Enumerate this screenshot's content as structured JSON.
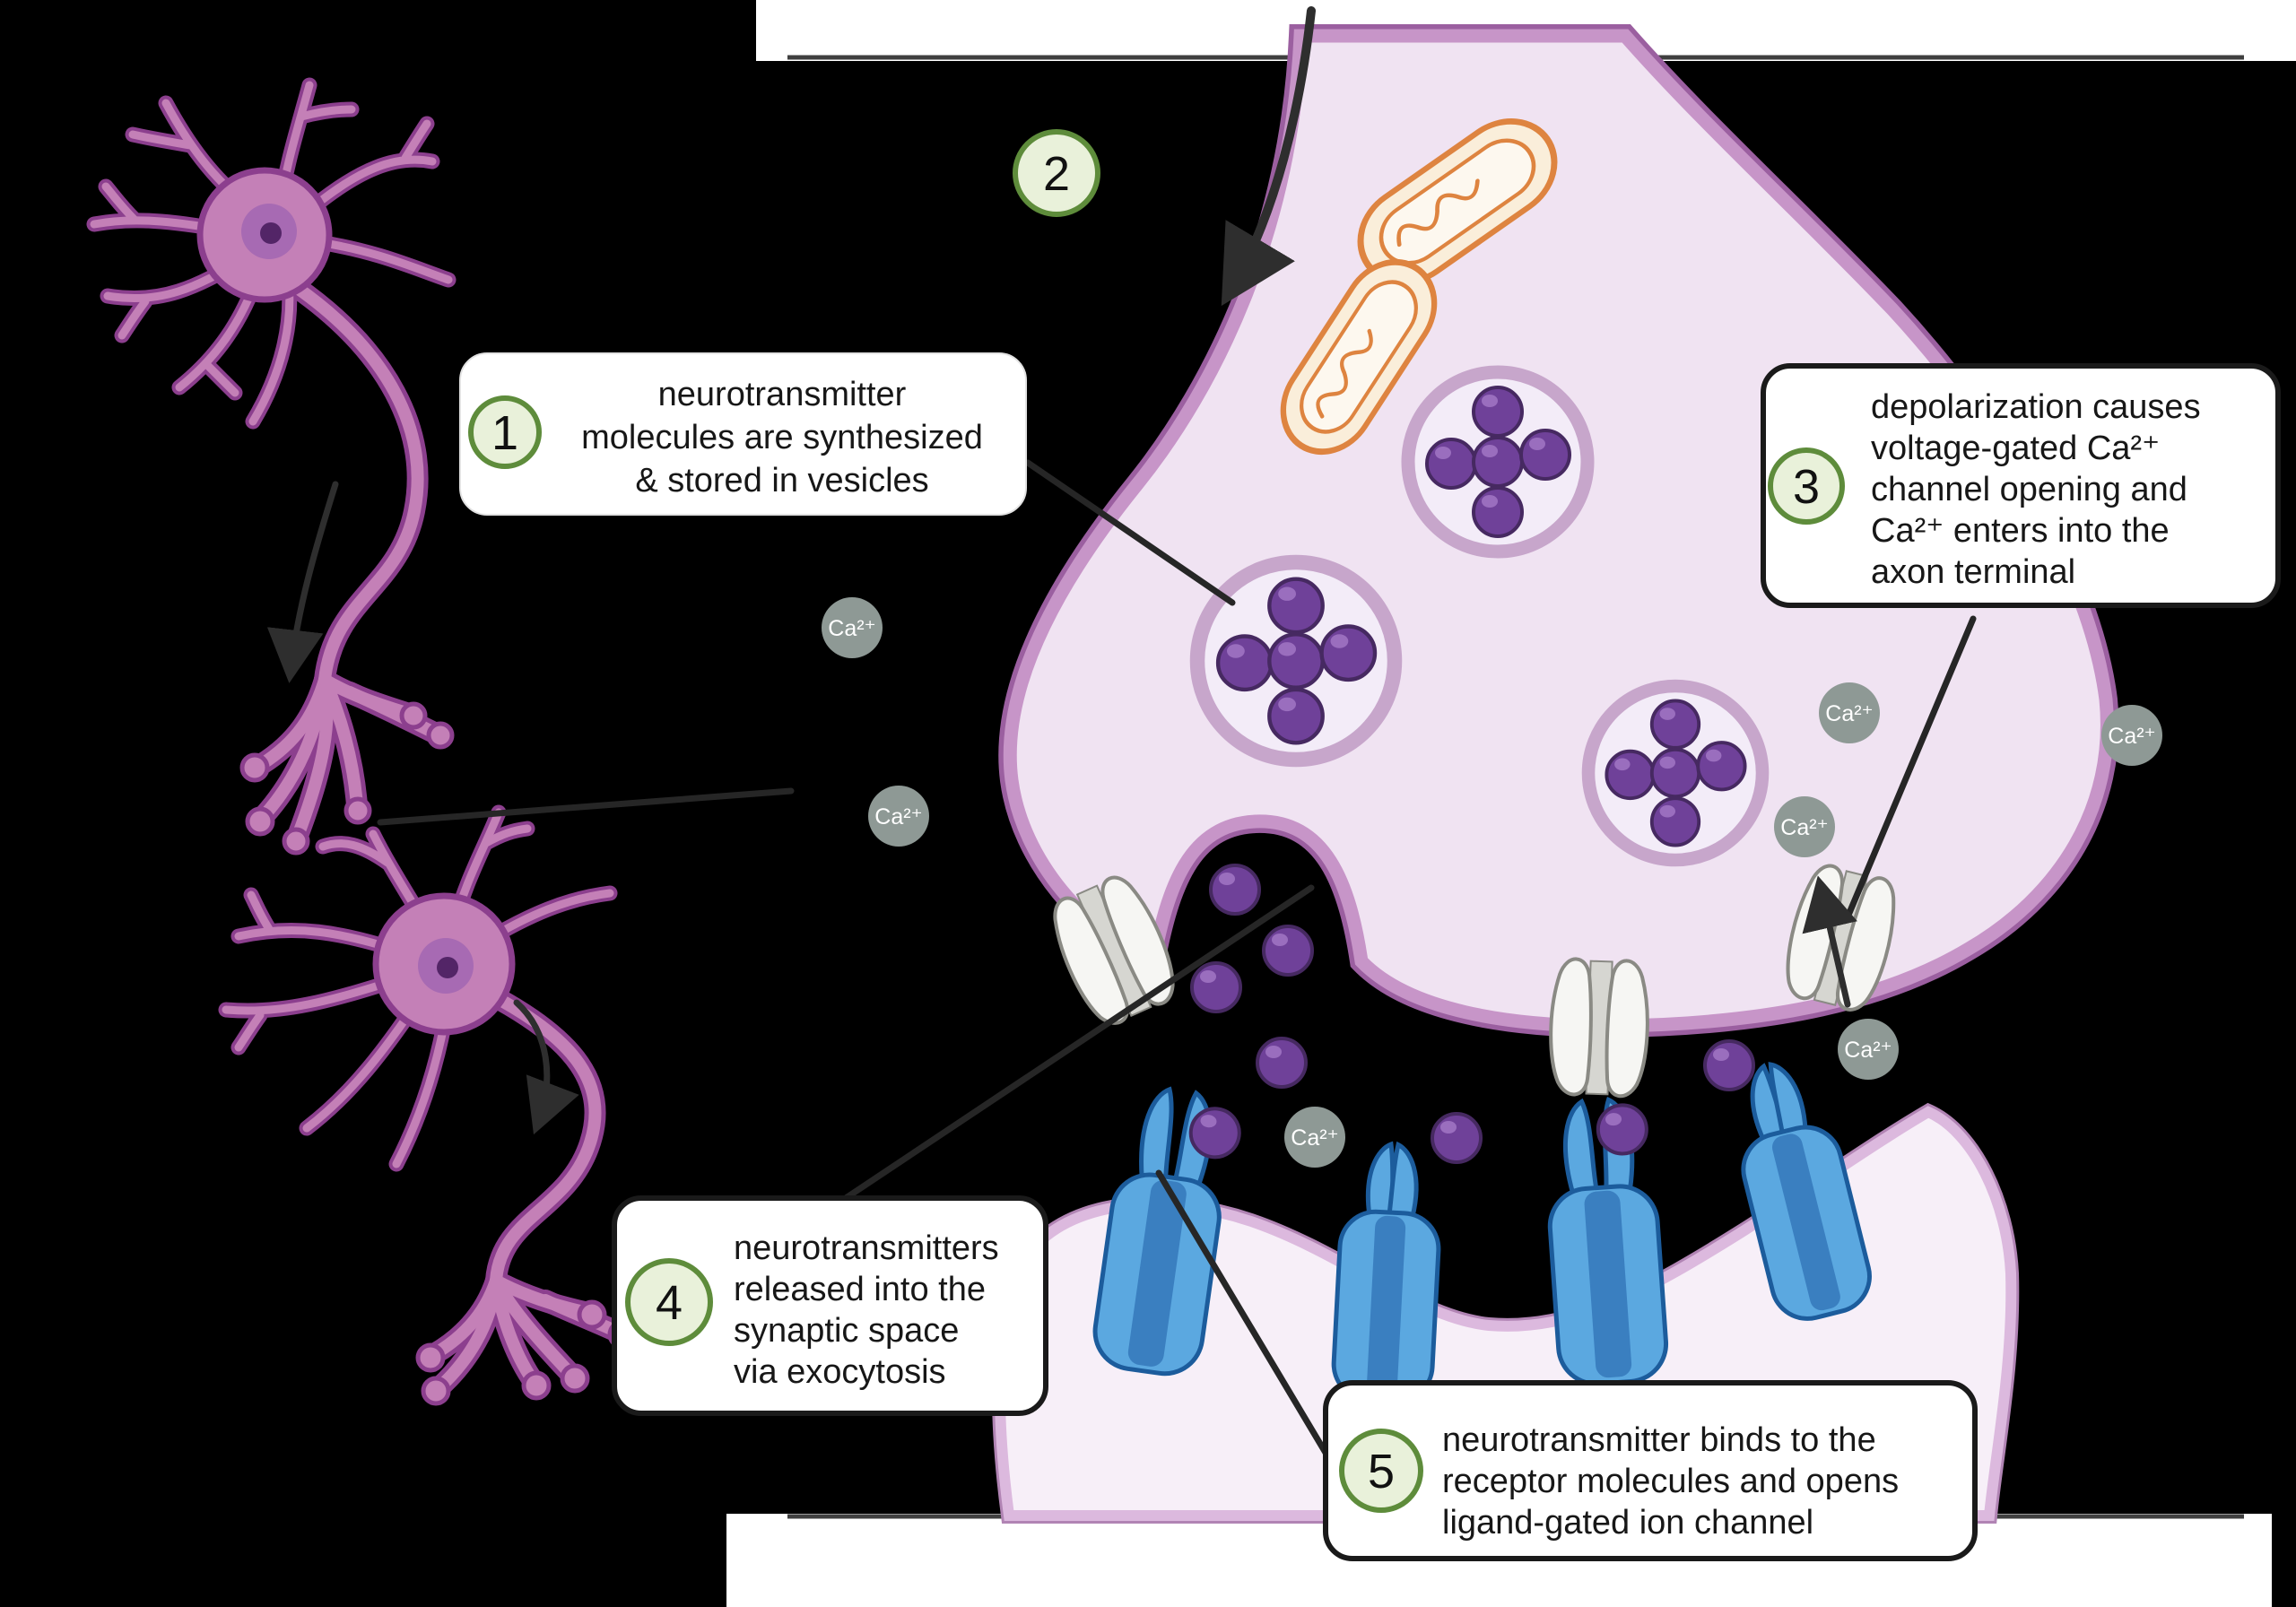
{
  "callouts": {
    "step1": {
      "number": "1",
      "lines": [
        "neurotransmitter",
        "molecules are synthesized",
        "& stored in vesicles"
      ]
    },
    "step2": {
      "number": "2"
    },
    "step3": {
      "number": "3",
      "lines": [
        "depolarization causes",
        "voltage-gated Ca²⁺",
        "channel opening and",
        "Ca²⁺ enters into the",
        "axon terminal"
      ]
    },
    "step4": {
      "number": "4",
      "lines": [
        "neurotransmitters",
        "released into the",
        "synaptic space",
        "via exocytosis"
      ]
    },
    "step5": {
      "number": "5",
      "lines": [
        "neurotransmitter binds to the",
        "receptor molecules and opens",
        "ligand-gated ion channel"
      ]
    }
  },
  "labels": {
    "calcium_ion": "Ca²⁺"
  },
  "colors": {
    "background": "#000000",
    "step_circle_fill": "#e9f1da",
    "step_circle_border": "#5e8c3b",
    "membrane": "#9b5fa0",
    "cytoplasm": "#f0e3f2",
    "neurotransmitter": "#6f4199",
    "receptor_blue": "#5ba8e0",
    "mitochondrion_orange": "#de8440",
    "calcium_gray": "#8e9995"
  }
}
